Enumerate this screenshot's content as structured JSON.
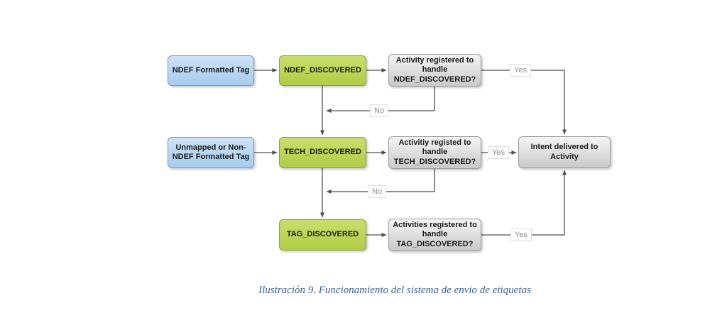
{
  "colors": {
    "blue-fill-top": "#cce3f8",
    "blue-fill-bottom": "#a6cbee",
    "blue-border": "#6e9ecf",
    "green-fill-top": "#cade6c",
    "green-fill-bottom": "#b0cc44",
    "green-border": "#85a233",
    "gray-fill-top": "#f5f5f5",
    "gray-fill-bottom": "#c9c9c9",
    "gray-border": "#9b9b9b",
    "line": "#4d4d4d",
    "node-text": "#1a1a1a",
    "label-text": "#8c8c8c",
    "caption": "#3b5e91"
  },
  "diagram": {
    "nodes": {
      "ndef_tag": {
        "label": "NDEF Formatted Tag"
      },
      "ndef_discovered": {
        "label": "NDEF_DISCOVERED"
      },
      "ndef_question": {
        "label": "Activity registered to\nhandle\nNDEF_DISCOVERED?"
      },
      "unmapped_tag": {
        "label": "Unmapped or Non-\nNDEF Formatted Tag"
      },
      "tech_discovered": {
        "label": "TECH_DISCOVERED"
      },
      "tech_question": {
        "label": "Activitiy registed to\nhandle\nTECH_DISCOVERED?"
      },
      "tag_discovered": {
        "label": "TAG_DISCOVERED"
      },
      "tag_question": {
        "label": "Activities registered to\nhandle\nTAG_DISCOVERED?"
      },
      "intent_delivered": {
        "label": "Intent delivered to\nActivity"
      }
    },
    "edge_labels": {
      "yes_ndef": "Yes",
      "no_ndef": "No",
      "yes_tech": "Yes",
      "no_tech": "No",
      "yes_tag": "Yes"
    }
  },
  "caption": {
    "text": "Ilustración 9. Funcionamiento del sistema de envio de etiquetas"
  }
}
